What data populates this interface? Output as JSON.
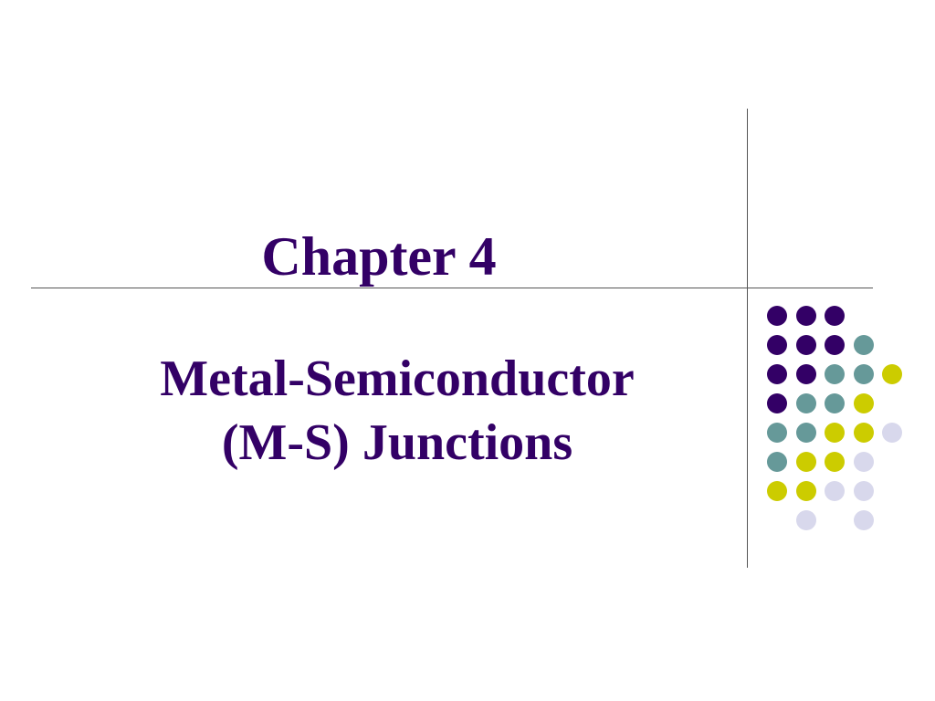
{
  "slide": {
    "title": "Chapter 4",
    "subtitle_lines": [
      "Metal-Semiconductor",
      "(M-S) Junctions"
    ]
  },
  "colors": {
    "text": "#330066",
    "rules": "#555555",
    "dot_purple": "#330066",
    "dot_teal": "#669999",
    "dot_olive": "#CCCC00",
    "dot_lavender": "#D8D8EC"
  },
  "decoration": {
    "dot_rows": [
      [
        "purple",
        "purple",
        "purple",
        null,
        null
      ],
      [
        "purple",
        "purple",
        "purple",
        "teal",
        null
      ],
      [
        "purple",
        "purple",
        "teal",
        "teal",
        "olive"
      ],
      [
        "purple",
        "teal",
        "teal",
        "olive",
        null
      ],
      [
        "teal",
        "teal",
        "olive",
        "olive",
        "lavender"
      ],
      [
        "teal",
        "olive",
        "olive",
        "lavender",
        null
      ],
      [
        "olive",
        "olive",
        "lavender",
        "lavender",
        null
      ],
      [
        null,
        "lavender",
        null,
        "lavender",
        null
      ]
    ]
  }
}
